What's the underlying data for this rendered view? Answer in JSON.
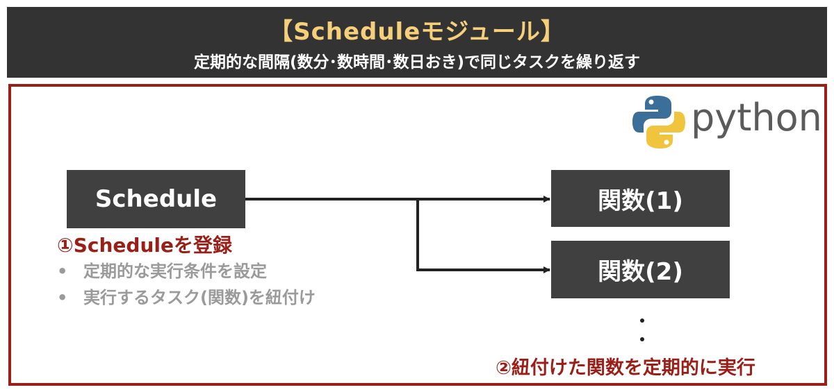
{
  "header": {
    "title": "【Scheduleモジュール】",
    "subtitle": "定期的な間隔(数分･数時間･数日おき)で同じタスクを繰り返す"
  },
  "python_logo": {
    "word": "python",
    "icon": "python-logo-icon"
  },
  "boxes": {
    "schedule": "Schedule",
    "func1": "関数(1)",
    "func2": "関数(2)"
  },
  "step1": {
    "title": "①Scheduleを登録",
    "bullets": [
      {
        "dot": "•",
        "text": "定期的な実行条件を設定"
      },
      {
        "dot": "•",
        "text": "実行するタスク(関数)を紐付け"
      }
    ]
  },
  "continuation": ":",
  "step2": {
    "title": "②紐付けた関数を定期的に実行"
  },
  "colors": {
    "header_bg": "#333333",
    "header_title": "#f5cf7a",
    "accent_red": "#9b1e17",
    "box_bg": "#404040",
    "bullet_gray": "#9a9a9a",
    "python_blue": "#3b6e99",
    "python_yellow": "#f0c53d"
  }
}
